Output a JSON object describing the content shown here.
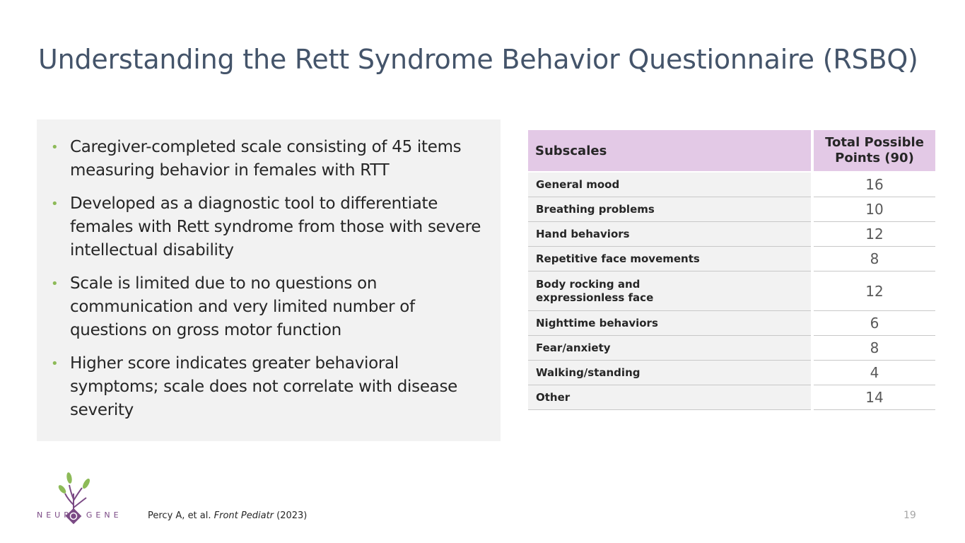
{
  "slide": {
    "title": "Understanding the Rett Syndrome Behavior Questionnaire (RSBQ)",
    "page_number": "19"
  },
  "bullets": [
    "Caregiver-completed scale consisting of 45 items measuring behavior in females with RTT",
    "Developed as a diagnostic tool to differentiate females with Rett syndrome from those with severe intellectual disability",
    "Scale is limited due to no questions on communication and very limited number of questions on gross motor function",
    "Higher score indicates greater behavioral symptoms; scale does not correlate with disease severity"
  ],
  "bullet_glyph": "•",
  "table": {
    "header_subscales": "Subscales",
    "header_points": "Total Possible Points (90)",
    "rows": [
      {
        "name": "General mood",
        "points": "16"
      },
      {
        "name": "Breathing problems",
        "points": "10"
      },
      {
        "name": "Hand behaviors",
        "points": "12"
      },
      {
        "name": "Repetitive face movements",
        "points": "8"
      },
      {
        "name": "Body rocking and expressionless face",
        "points": "12"
      },
      {
        "name": "Nighttime behaviors",
        "points": "6"
      },
      {
        "name": "Fear/anxiety",
        "points": "8"
      },
      {
        "name": "Walking/standing",
        "points": "4"
      },
      {
        "name": "Other",
        "points": "14"
      }
    ]
  },
  "citation": {
    "authors": "Percy A, et al.",
    "journal": "Front Pediatr",
    "year": "(2023)"
  },
  "logo": {
    "text_left": "NEUR",
    "text_right": "GENE"
  },
  "colors": {
    "title": "#44546a",
    "bullet": "#8dba58",
    "table_header": "#e3c9e6",
    "logo_purple": "#7b4a85",
    "logo_green": "#8dba58"
  }
}
